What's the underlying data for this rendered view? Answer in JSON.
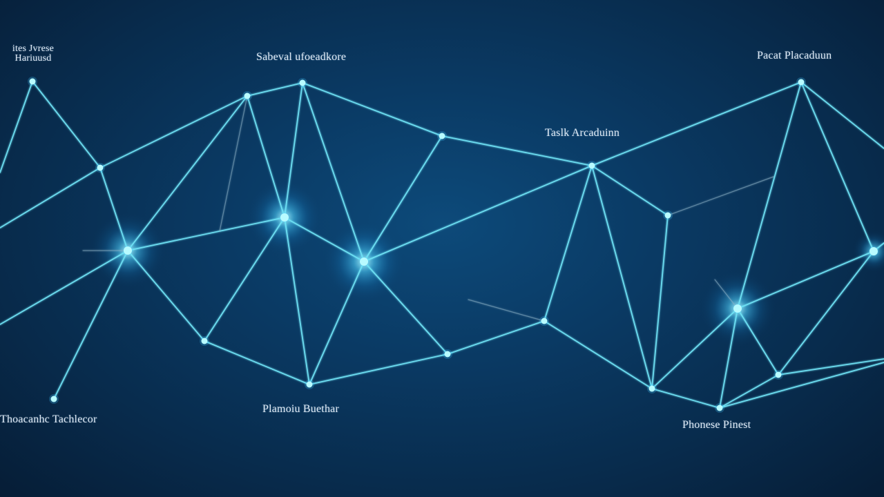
{
  "labels": {
    "top_left_line1": "ites Jvrese",
    "top_left_line2": "Hariuusd",
    "top_center": "Sabeval ufoeadkore",
    "top_right": "Pacat Placaduun",
    "middle_right": "Taslk Arcaduinn",
    "bottom_left": "Thoacanhc Tachlecor",
    "bottom_center": "Plamoiu Buethar",
    "bottom_right": "Phonese Pinest"
  },
  "colors": {
    "edge": "#6fe3f5",
    "edge_dim": "#8fb4c8",
    "node": "#b8fbff",
    "glow": "#3fc8ff"
  }
}
